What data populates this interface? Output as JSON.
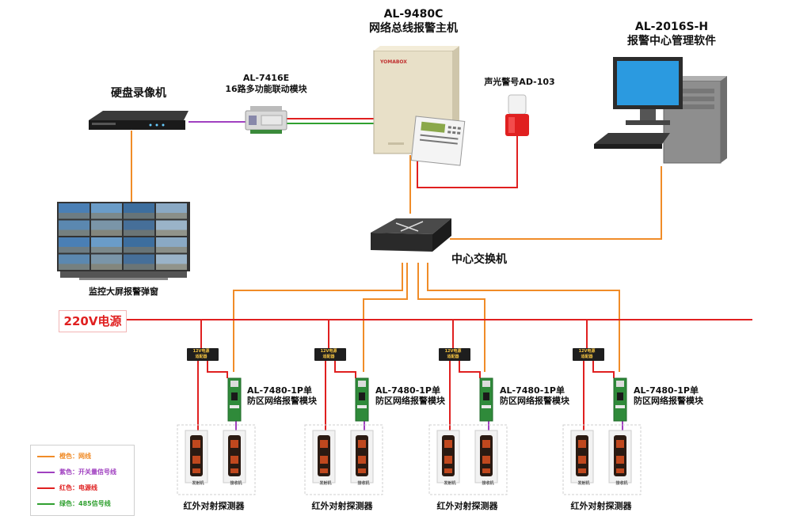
{
  "title_host": "AL-9480C",
  "subtitle_host": "网络总线报警主机",
  "title_software": "AL-2016S-H",
  "subtitle_software": "报警中心管理软件",
  "label_nvr": "硬盘录像机",
  "title_linkage": "AL-7416E",
  "subtitle_linkage": "16路多功能联动模块",
  "label_siren": "声光警号AD-103",
  "label_switch": "中心交换机",
  "label_videowall": "监控大屏报警弹窗",
  "label_power": "220V电源",
  "host_brand": "YOMABOX",
  "zones": [
    {
      "psu_line1": "12V电源",
      "psu_line2": "适配器",
      "module_line1": "AL-7480-1P单",
      "module_line2": "防区网络报警模块",
      "detector_label": "红外对射探测器",
      "tx_label": "发射机",
      "rx_label": "接收机"
    },
    {
      "psu_line1": "12V电源",
      "psu_line2": "适配器",
      "module_line1": "AL-7480-1P单",
      "module_line2": "防区网络报警模块",
      "detector_label": "红外对射探测器",
      "tx_label": "发射机",
      "rx_label": "接收机"
    },
    {
      "psu_line1": "12V电源",
      "psu_line2": "适配器",
      "module_line1": "AL-7480-1P单",
      "module_line2": "防区网络报警模块",
      "detector_label": "红外对射探测器",
      "tx_label": "发射机",
      "rx_label": "接收机"
    },
    {
      "psu_line1": "12V电源",
      "psu_line2": "适配器",
      "module_line1": "AL-7480-1P单",
      "module_line2": "防区网络报警模块",
      "detector_label": "红外对射探测器",
      "tx_label": "发射机",
      "rx_label": "接收机"
    }
  ],
  "legend": [
    {
      "label": "橙色：网线",
      "color": "#f08c28"
    },
    {
      "label": "紫色：开关量信号线",
      "color": "#a040c0"
    },
    {
      "label": "红色：电源线",
      "color": "#e02020"
    },
    {
      "label": "绿色：485信号线",
      "color": "#30a030"
    }
  ],
  "colors": {
    "network": "#f08c28",
    "signal": "#a040c0",
    "power": "#e02020",
    "rs485": "#30a030"
  }
}
